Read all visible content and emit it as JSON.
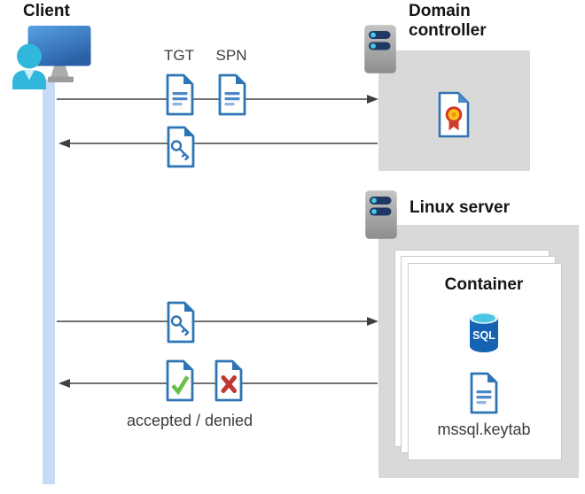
{
  "diagram": {
    "client": {
      "label": "Client"
    },
    "domain_controller": {
      "label": "Domain controller"
    },
    "linux_server": {
      "label": "Linux server"
    },
    "container": {
      "label": "Container",
      "sql_icon_label": "SQL",
      "keytab_file": "mssql.keytab"
    },
    "flows": {
      "tgt_label": "TGT",
      "spn_label": "SPN",
      "result_label": "accepted / denied"
    }
  },
  "colors": {
    "doc_blue": "#2E75B6",
    "doc_line_blue": "#4C87C8",
    "doc_line_light": "#8FB6E0",
    "lifeline_blue": "#C6DCF6",
    "arrow_gray": "#404040",
    "box_gray": "#D9D9D9",
    "card_border": "#C9C9C9",
    "server_navy": "#203864",
    "dot_cyan": "#47C9E8",
    "person_cyan": "#31B7DB",
    "person_light": "#C9EDF8",
    "check_green": "#6CBF4A",
    "cross_red": "#BE3730",
    "sql_blue": "#1563B2",
    "sql_cyan": "#49C7E4",
    "cert_yellow": "#FFC415",
    "cert_red": "#D03A2B",
    "label_dark": "#3C3C3C"
  }
}
